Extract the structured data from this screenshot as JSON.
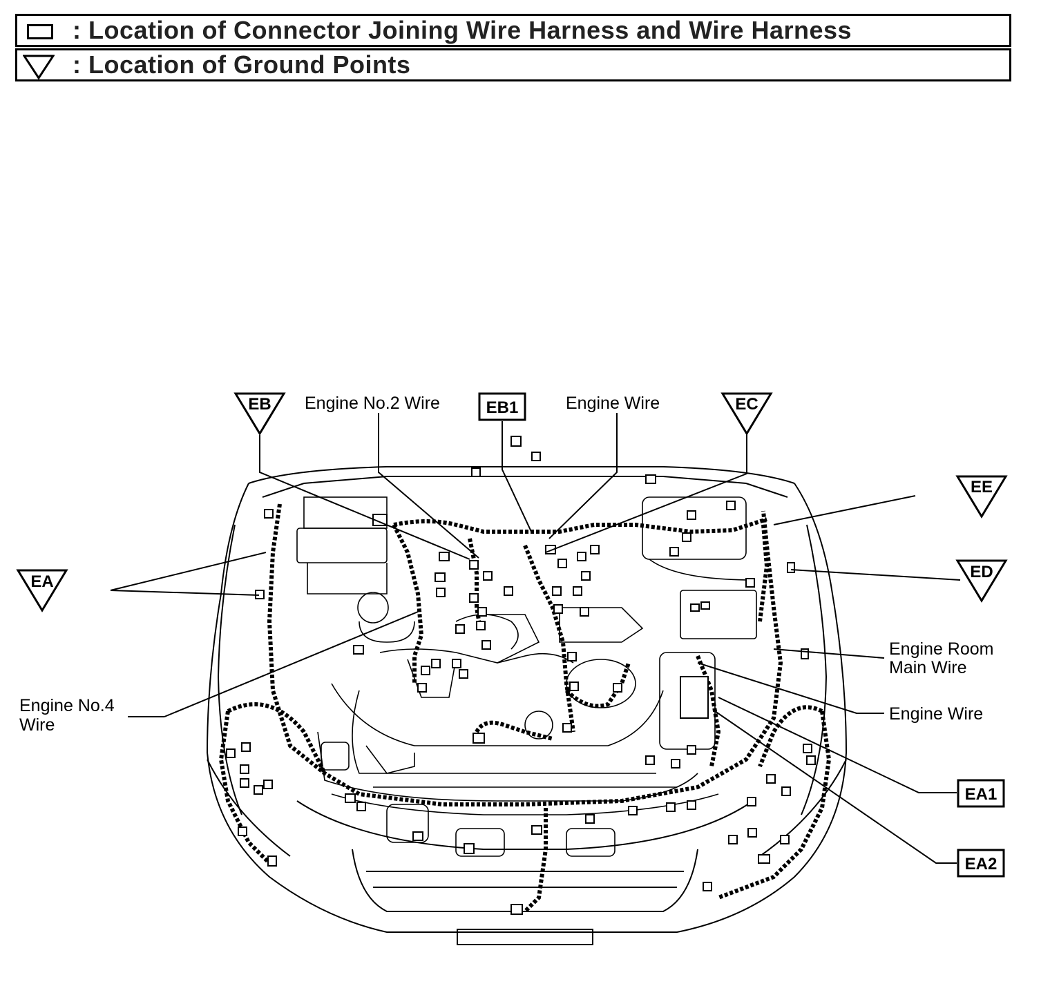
{
  "legend": {
    "connector_text": ": Location of Connector Joining Wire Harness and Wire Harness",
    "ground_text": ": Location of Ground Points"
  },
  "labels": {
    "engine_no2_wire": "Engine No.2 Wire",
    "engine_wire_top": "Engine Wire",
    "engine_room_main_wire_line1": "Engine Room",
    "engine_room_main_wire_line2": "Main Wire",
    "engine_wire_right": "Engine Wire",
    "engine_no4_wire_line1": "Engine No.4",
    "engine_no4_wire_line2": "Wire"
  },
  "connectors": {
    "eb1": "EB1",
    "ea1": "EA1",
    "ea2": "EA2"
  },
  "grounds": {
    "eb": "EB",
    "ec": "EC",
    "ee": "EE",
    "ed": "ED",
    "ea": "EA"
  }
}
